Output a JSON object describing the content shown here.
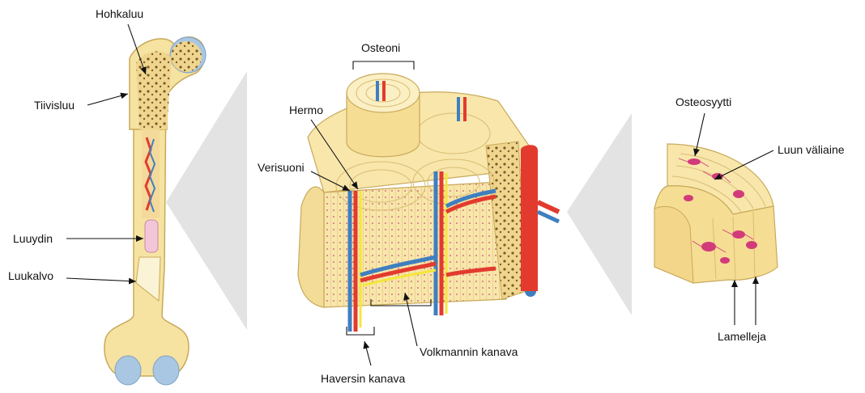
{
  "labels": {
    "hohkaluu": "Hohkaluu",
    "tiivisluu": "Tiivisluu",
    "luuydin": "Luuydin",
    "luukalvo": "Luukalvo",
    "osteoni": "Osteoni",
    "hermo": "Hermo",
    "verisuoni": "Verisuoni",
    "volkmannin_kanava": "Volkmannin kanava",
    "haversin_kanava": "Haversin kanava",
    "osteosyytti": "Osteosyytti",
    "luun_valiaine": "Luun väliaine",
    "lamelleja": "Lamelleja"
  },
  "colors": {
    "bone": "#f6e3a1",
    "bone_outline": "#c8a95a",
    "spongy": "#e4c97c",
    "cartilage": "#a9c7e2",
    "artery": "#e23b2e",
    "vein": "#3f7fc0",
    "nerve": "#f5e63a",
    "marrow": "#f2c6d8",
    "cell": "#d23b7a",
    "funnel": "#e3e3e3"
  }
}
